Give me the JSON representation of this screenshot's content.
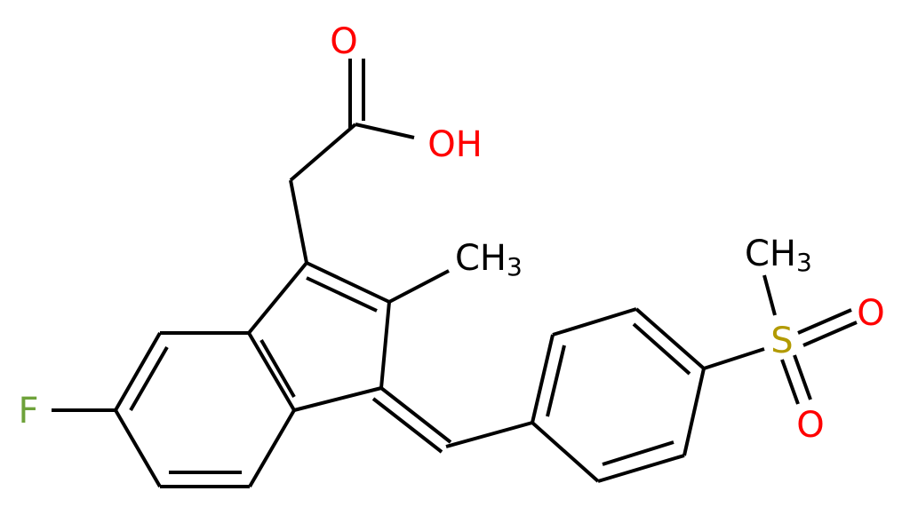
{
  "molecule": {
    "colors": {
      "bond": "#000000",
      "carbon": "#000000",
      "oxygen": "#ff0000",
      "fluorine": "#6ea23a",
      "sulfur": "#b29a00"
    },
    "atoms": {
      "carbonyl_o": "O",
      "hydroxyl": "OH",
      "methyl": "CH",
      "methyl_sub": "3",
      "fluorine": "F",
      "sulfur_methyl": "CH",
      "sulfur_methyl_sub": "3",
      "sulfur": "S",
      "sulfonyl_o1": "O",
      "sulfonyl_o2": "O"
    }
  }
}
